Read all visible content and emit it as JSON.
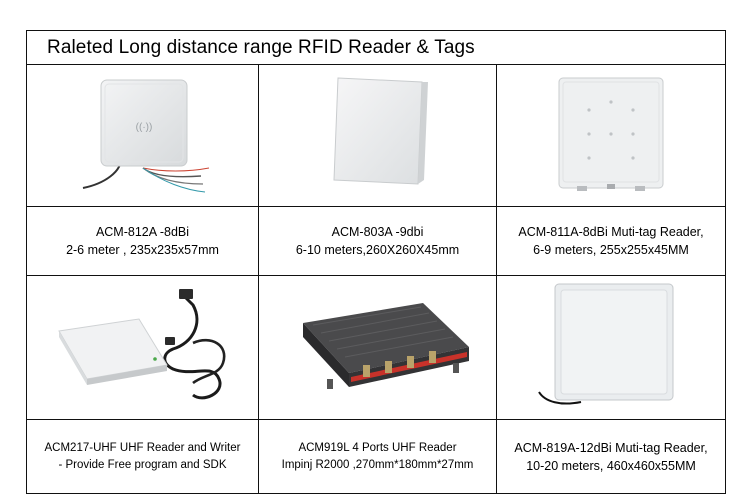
{
  "title": "Raleted Long distance range RFID Reader  & Tags",
  "products": [
    {
      "id": "acm-812a",
      "image_icon": "square-panel-reader-with-cable-icon",
      "caption_line1": "ACM-812A -8dBi",
      "caption_line2": "2-6 meter , 235x235x57mm"
    },
    {
      "id": "acm-803a",
      "image_icon": "square-panel-reader-icon",
      "caption_line1": "ACM-803A -9dbi",
      "caption_line2": "6-10 meters,260X260X45mm"
    },
    {
      "id": "acm-811a",
      "image_icon": "multi-tag-panel-reader-icon",
      "caption_line1": "ACM-811A-8dBi Muti-tag Reader,",
      "caption_line2": "6-9 meters, 255x255x45MM"
    },
    {
      "id": "acm217",
      "image_icon": "desktop-usb-reader-icon",
      "caption_line1": "ACM217-UHF UHF Reader and Writer",
      "caption_line2": " - Provide Free program and SDK"
    },
    {
      "id": "acm919l",
      "image_icon": "four-port-fixed-reader-icon",
      "caption_line1": "ACM919L 4 Ports UHF Reader",
      "caption_line2": "Impinj R2000 ,270mm*180mm*27mm"
    },
    {
      "id": "acm-819a",
      "image_icon": "large-panel-reader-icon",
      "caption_line1": "ACM-819A-12dBi Muti-tag Reader,",
      "caption_line2": "10-20 meters, 460x460x55MM"
    }
  ],
  "colors": {
    "border": "#111111",
    "panel_light": "#eceeef",
    "panel_shadow": "#c9ccce",
    "reader_body": "#3a3a3c",
    "reader_accent": "#c8322a",
    "connector": "#b9a36a"
  }
}
